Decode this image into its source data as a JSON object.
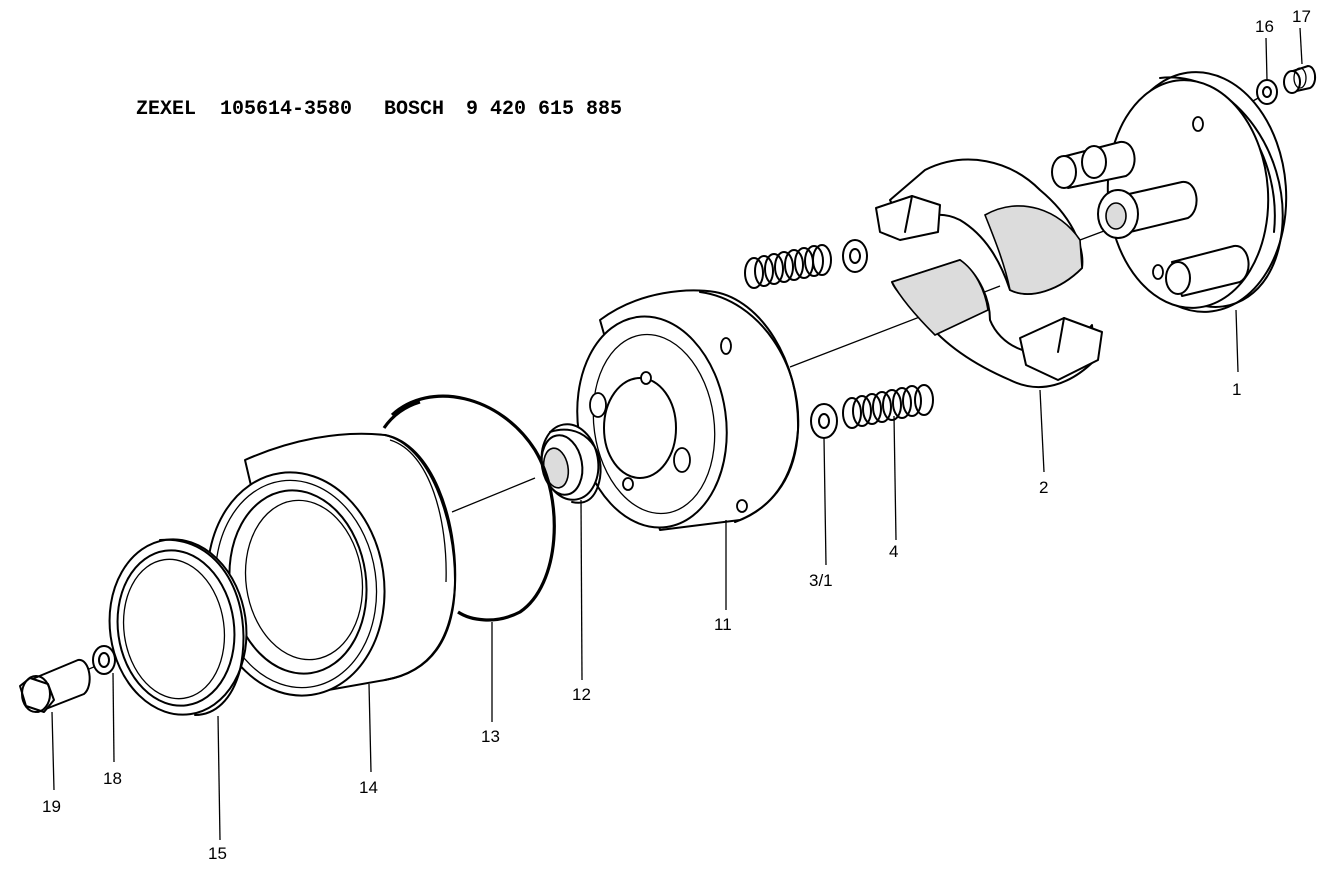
{
  "header": {
    "zexel_label": "ZEXEL",
    "zexel_number": "105614-3580",
    "bosch_label": "BOSCH",
    "bosch_number": "9 420 615 885"
  },
  "callouts": [
    "1",
    "2",
    "3/1",
    "4",
    "11",
    "12",
    "13",
    "14",
    "15",
    "16",
    "17",
    "18",
    "19"
  ]
}
